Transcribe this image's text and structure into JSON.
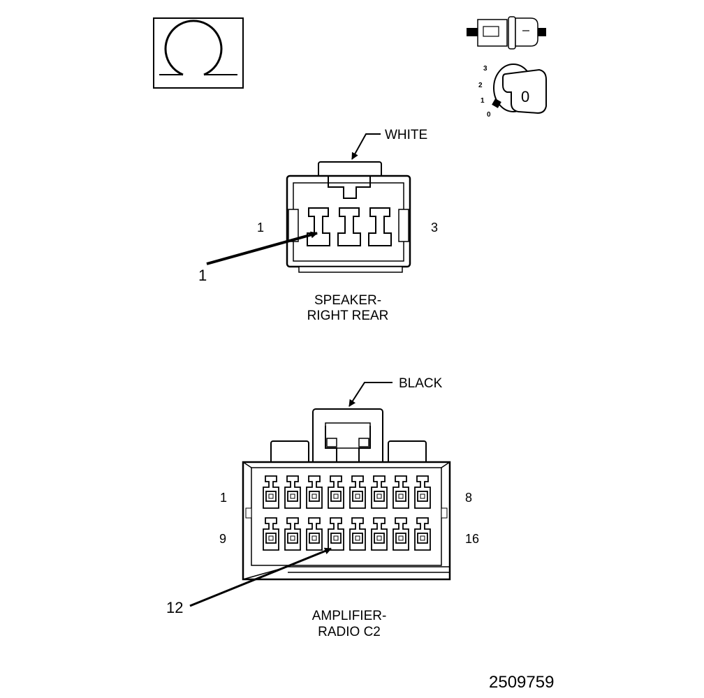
{
  "symbols": {
    "ohm_symbol": "ohm-icon",
    "ignition": {
      "icon": "ignition-key-icon",
      "positions": [
        "3",
        "2",
        "1",
        "0"
      ],
      "key_mark": "0"
    },
    "connector_icon": "connector-icon"
  },
  "speaker_connector": {
    "color_label": "WHITE",
    "pin_left": "1",
    "pin_right": "3",
    "callout": "1",
    "name_line1": "SPEAKER-",
    "name_line2": "RIGHT REAR"
  },
  "amplifier_connector": {
    "color_label": "BLACK",
    "pin_top_left": "1",
    "pin_top_right": "8",
    "pin_bottom_left": "9",
    "pin_bottom_right": "16",
    "callout": "12",
    "name_line1": "AMPLIFIER-",
    "name_line2": "RADIO C2"
  },
  "figure_number": "2509759"
}
